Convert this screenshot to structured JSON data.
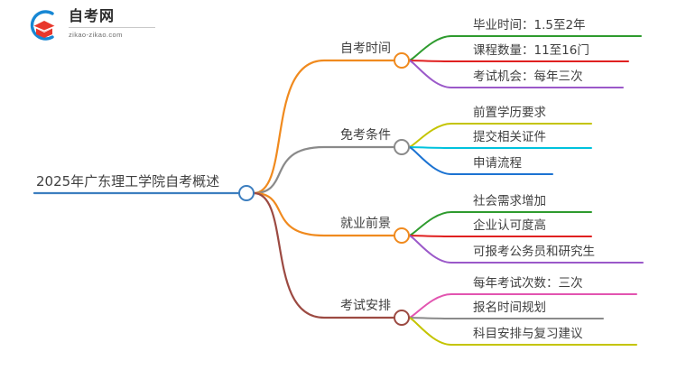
{
  "logo": {
    "title": "自考网",
    "subtitle": "zikao-zikao.com",
    "mark_name": "graduation-cap-logo",
    "mark_arc_color": "#1787d4",
    "mark_cap_color": "#e8372c"
  },
  "mindmap": {
    "root": {
      "label": "2025年广东理工学院自考概述",
      "color": "#3c7ebf"
    },
    "branches": [
      {
        "label": "自考时间",
        "color": "#f08a1e",
        "children": [
          {
            "label": "毕业时间：1.5至2年",
            "color": "#2e9b2e"
          },
          {
            "label": "课程数量：11至16门",
            "color": "#e02020"
          },
          {
            "label": "考试机会：每年三次",
            "color": "#9b59c9"
          }
        ]
      },
      {
        "label": "免考条件",
        "color": "#8a8a8a",
        "children": [
          {
            "label": "前置学历要求",
            "color": "#c4c400"
          },
          {
            "label": "提交相关证件",
            "color": "#00c2dd"
          },
          {
            "label": "申请流程",
            "color": "#1c73d2"
          }
        ]
      },
      {
        "label": "就业前景",
        "color": "#f08a1e",
        "children": [
          {
            "label": "社会需求增加",
            "color": "#2e9b2e"
          },
          {
            "label": "企业认可度高",
            "color": "#e02020"
          },
          {
            "label": "可报考公务员和研究生",
            "color": "#9b59c9"
          }
        ]
      },
      {
        "label": "考试安排",
        "color": "#9c4a42",
        "children": [
          {
            "label": "每年考试次数：三次",
            "color": "#e255b0"
          },
          {
            "label": "报名时间规划",
            "color": "#8a8a8a"
          },
          {
            "label": "科目安排与复习建议",
            "color": "#c4c400"
          }
        ]
      }
    ]
  }
}
